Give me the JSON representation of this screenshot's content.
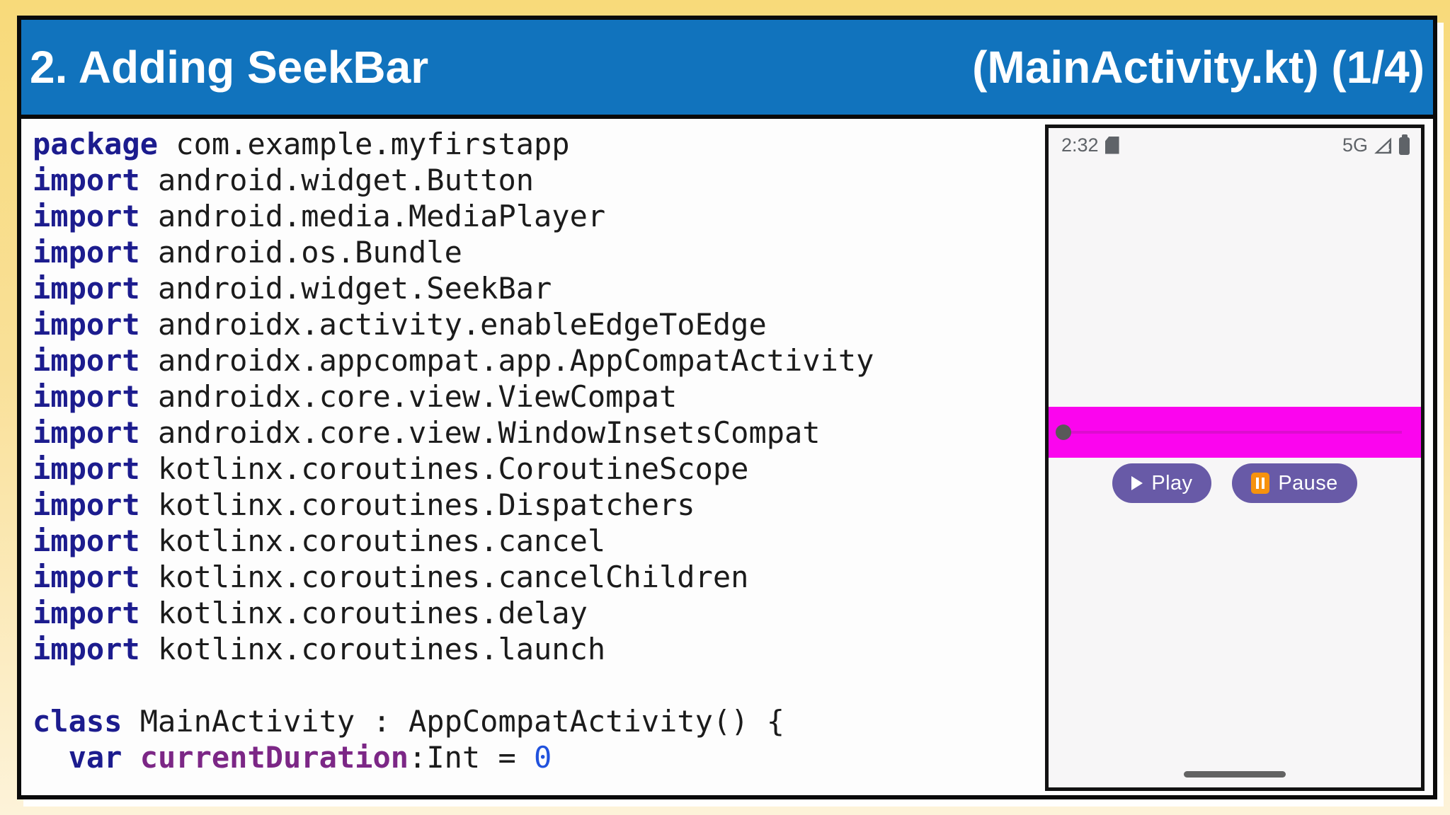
{
  "header": {
    "title": "2. Adding SeekBar",
    "subtitle": "(MainActivity.kt) (1/4)"
  },
  "code": {
    "language": "kotlin",
    "lines": [
      {
        "segments": [
          {
            "style": "kw",
            "text": "package"
          },
          {
            "style": "pl",
            "text": " com.example.myfirstapp"
          }
        ]
      },
      {
        "segments": [
          {
            "style": "kw",
            "text": "import"
          },
          {
            "style": "pl",
            "text": " android.widget.Button"
          }
        ]
      },
      {
        "segments": [
          {
            "style": "kw",
            "text": "import"
          },
          {
            "style": "pl",
            "text": " android.media.MediaPlayer"
          }
        ]
      },
      {
        "segments": [
          {
            "style": "kw",
            "text": "import"
          },
          {
            "style": "pl",
            "text": " android.os.Bundle"
          }
        ]
      },
      {
        "segments": [
          {
            "style": "kw",
            "text": "import"
          },
          {
            "style": "pl",
            "text": " android.widget.SeekBar"
          }
        ]
      },
      {
        "segments": [
          {
            "style": "kw",
            "text": "import"
          },
          {
            "style": "pl",
            "text": " androidx.activity.enableEdgeToEdge"
          }
        ]
      },
      {
        "segments": [
          {
            "style": "kw",
            "text": "import"
          },
          {
            "style": "pl",
            "text": " androidx.appcompat.app.AppCompatActivity"
          }
        ]
      },
      {
        "segments": [
          {
            "style": "kw",
            "text": "import"
          },
          {
            "style": "pl",
            "text": " androidx.core.view.ViewCompat"
          }
        ]
      },
      {
        "segments": [
          {
            "style": "kw",
            "text": "import"
          },
          {
            "style": "pl",
            "text": " androidx.core.view.WindowInsetsCompat"
          }
        ]
      },
      {
        "segments": [
          {
            "style": "kw",
            "text": "import"
          },
          {
            "style": "pl",
            "text": " kotlinx.coroutines.CoroutineScope"
          }
        ]
      },
      {
        "segments": [
          {
            "style": "kw",
            "text": "import"
          },
          {
            "style": "pl",
            "text": " kotlinx.coroutines.Dispatchers"
          }
        ]
      },
      {
        "segments": [
          {
            "style": "kw",
            "text": "import"
          },
          {
            "style": "pl",
            "text": " kotlinx.coroutines.cancel"
          }
        ]
      },
      {
        "segments": [
          {
            "style": "kw",
            "text": "import"
          },
          {
            "style": "pl",
            "text": " kotlinx.coroutines.cancelChildren"
          }
        ]
      },
      {
        "segments": [
          {
            "style": "kw",
            "text": "import"
          },
          {
            "style": "pl",
            "text": " kotlinx.coroutines.delay"
          }
        ]
      },
      {
        "segments": [
          {
            "style": "kw",
            "text": "import"
          },
          {
            "style": "pl",
            "text": " kotlinx.coroutines.launch"
          }
        ]
      },
      {
        "segments": []
      },
      {
        "segments": [
          {
            "style": "kw",
            "text": "class"
          },
          {
            "style": "pl",
            "text": " MainActivity : AppCompatActivity() {"
          }
        ]
      },
      {
        "segments": [
          {
            "style": "pl",
            "text": "  "
          },
          {
            "style": "kw",
            "text": "var"
          },
          {
            "style": "pl",
            "text": " "
          },
          {
            "style": "id",
            "text": "currentDuration"
          },
          {
            "style": "pl",
            "text": ":Int = "
          },
          {
            "style": "num",
            "text": "0"
          }
        ]
      }
    ]
  },
  "phone": {
    "status_bar": {
      "time": "2:32",
      "network": "5G",
      "left_icons": [
        "sd-card"
      ],
      "right_icons": [
        "signal-no-internet",
        "battery-full"
      ]
    },
    "seekbar": {
      "progress_percent": 0
    },
    "buttons": [
      {
        "label": "Play",
        "icon": "play-triangle"
      },
      {
        "label": "Pause",
        "icon": "pause-bars"
      }
    ]
  },
  "colors": {
    "frame_yellow_top": "#f8da7a",
    "frame_yellow_bottom": "#fdf3d9",
    "header_blue": "#1173bd",
    "keyword_navy": "#1c1c8e",
    "identifier_purple": "#7c2786",
    "number_blue": "#2152dd",
    "seekbar_magenta": "#fb05ee",
    "seekbar_track": "#dd0ccf",
    "button_purple": "#685aa7",
    "pause_orange": "#f6920e",
    "status_gray": "#5f6368"
  }
}
